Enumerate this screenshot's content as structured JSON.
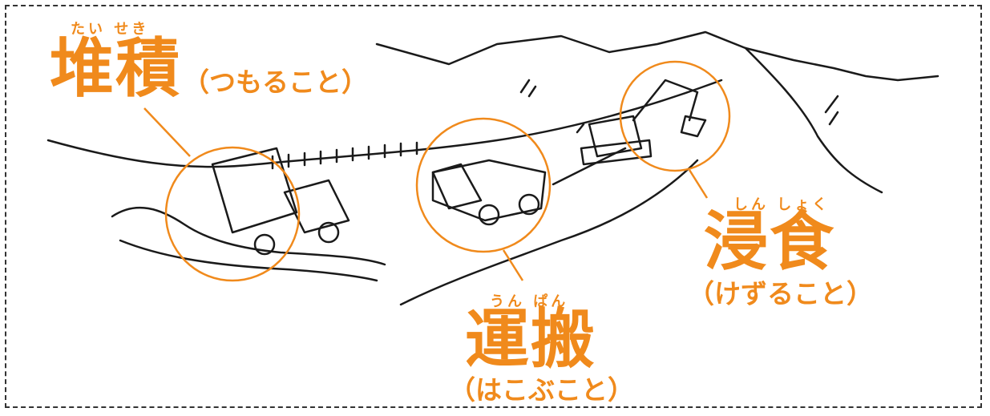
{
  "labels": {
    "deposition": {
      "ruby": "たい せき",
      "kanji": "堆積",
      "gloss": "（つもること）"
    },
    "transport": {
      "ruby": "うん ぱん",
      "kanji": "運搬",
      "gloss": "（はこぶこと）"
    },
    "erosion": {
      "ruby": "しん しょく",
      "kanji": "浸食",
      "gloss": "（けずること）"
    }
  },
  "colors": {
    "accent": "#f08a1c",
    "ink": "#1a1a1a",
    "frame": "#333333"
  }
}
